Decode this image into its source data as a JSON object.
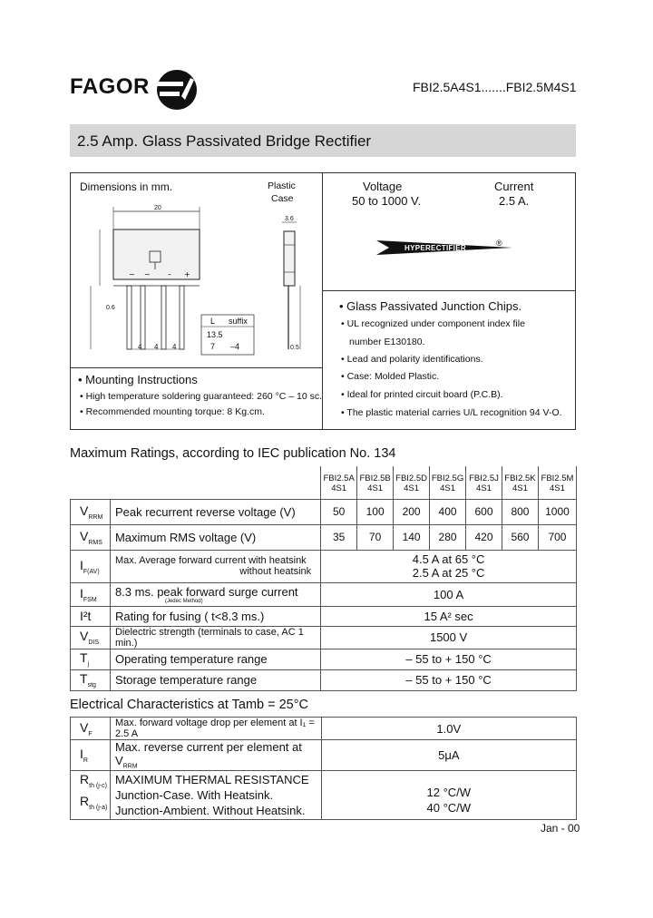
{
  "header": {
    "brand": "FAGOR",
    "part_range": "FBI2.5A4S1.......FBI2.5M4S1"
  },
  "title": "2.5 Amp. Glass Passivated Bridge Rectifier",
  "dimensions": {
    "label": "Dimensions in mm.",
    "case_label_1": "Plastic",
    "case_label_2": "Case",
    "dim_top": "20",
    "dim_side": "3.6",
    "suffix_header_l": "L",
    "suffix_header_s": "suffix",
    "suffix_row1_l": "13.5",
    "suffix_row1_s": "",
    "suffix_row2_l": "7",
    "suffix_row2_s": "–4",
    "lead_spacing_1": "4",
    "lead_spacing_2": "4",
    "lead_spacing_3": "4",
    "lead_d": "0.6",
    "lead_t": "0.5"
  },
  "voltage": {
    "label": "Voltage",
    "value": "50 to 1000 V."
  },
  "current": {
    "label": "Current",
    "value": "2.5 A."
  },
  "hyperectifier_label": "HYPERECTIFIER",
  "registered_mark": "®",
  "mounting": {
    "heading": "• Mounting Instructions",
    "items": [
      "•  High temperature soldering guaranteed: 260 °C – 10 sc.",
      "•  Recommended mounting torque: 8 Kg.cm."
    ]
  },
  "features": {
    "heading": "• Glass Passivated Junction Chips.",
    "items": [
      "•  UL recognized under component index file",
      "    number E130180.",
      "•  Lead and polarity identifications.",
      "•  Case: Molded Plastic.",
      "•  Ideal for printed circuit board (P.C.B).",
      "•  The plastic material carries U/L recognition 94 V-O."
    ]
  },
  "ratings": {
    "heading": "Maximum Ratings, according to IEC publication No. 134",
    "columns": [
      [
        "FBI2.5A",
        "4S1"
      ],
      [
        "FBI2.5B",
        "4S1"
      ],
      [
        "FBI2.5D",
        "4S1"
      ],
      [
        "FBI2.5G",
        "4S1"
      ],
      [
        "FBI2.5J",
        "4S1"
      ],
      [
        "FBI2.5K",
        "4S1"
      ],
      [
        "FBI2.5M",
        "4S1"
      ]
    ],
    "vrrm": {
      "sym": "V",
      "sub": "RRM",
      "desc": "Peak recurrent reverse voltage (V)",
      "values": [
        "50",
        "100",
        "200",
        "400",
        "600",
        "800",
        "1000"
      ]
    },
    "vrms": {
      "sym": "V",
      "sub": "RMS",
      "desc": "Maximum RMS voltage (V)",
      "values": [
        "35",
        "70",
        "140",
        "280",
        "420",
        "560",
        "700"
      ]
    },
    "ifav": {
      "sym": "I",
      "sub": "F(AV)",
      "desc1": "Max. Average forward current with heatsink",
      "desc2": "without heatsink",
      "val1": "4.5 A at 65 °C",
      "val2": "2.5 A at 25 °C"
    },
    "ifsm": {
      "sym": "I",
      "sub": "FSM",
      "desc": "8.3 ms. peak forward surge current",
      "note": "(Jedec Method)",
      "val": "100 A"
    },
    "i2t": {
      "sym": "I²t",
      "desc": "Rating for fusing ( t<8.3 ms.)",
      "val": "15 A² sec"
    },
    "vdis": {
      "sym": "V",
      "sub": "DIS",
      "desc": "Dielectric strength (terminals to case, AC 1 min.)",
      "val": "1500 V"
    },
    "tj": {
      "sym": "T",
      "sub": "j",
      "desc": "Operating temperature range",
      "val": "– 55 to + 150 °C"
    },
    "tstg": {
      "sym": "T",
      "sub": "stg",
      "desc": "Storage temperature range",
      "val": "– 55 to + 150 °C"
    }
  },
  "electrical": {
    "heading": "Electrical Characteristics at Tamb = 25°C",
    "vf": {
      "sym": "V",
      "sub": "F",
      "desc": "Max. forward voltage drop per element at I₁ = 2.5 A",
      "val": "1.0V"
    },
    "ir": {
      "sym": "I",
      "sub": "R",
      "desc": "Max. reverse current per element at V",
      "desc_sub": "RRM",
      "val": "5μA"
    },
    "thermal": {
      "heading": "MAXIMUM THERMAL RESISTANCE",
      "r1_sym": "R",
      "r1_sub": "th (j-c)",
      "r1_desc": "Junction-Case. With Heatsink.",
      "r1_val": "12 °C/W",
      "r2_sym": "R",
      "r2_sub": "th (j-a)",
      "r2_desc": "Junction-Ambient. Without Heatsink.",
      "r2_val": "40 °C/W"
    }
  },
  "footer_date": "Jan - 00"
}
